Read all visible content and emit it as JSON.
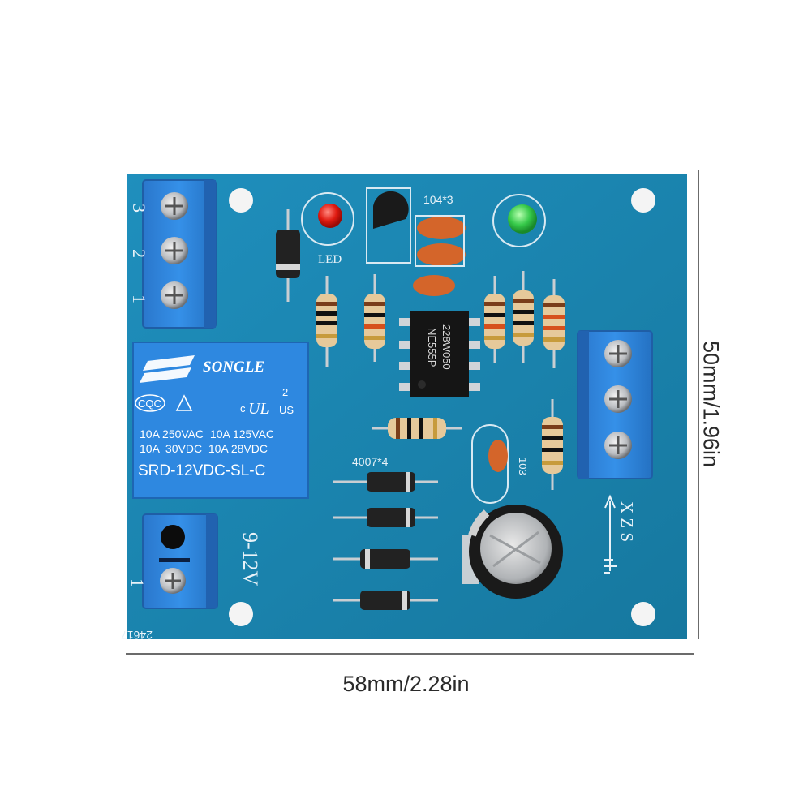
{
  "dimensions": {
    "width": "58mm/2.28in",
    "height": "50mm/1.96in"
  },
  "relay": {
    "brand": "SONGLE",
    "cert_left": "CQC",
    "cert_ul_top": "c",
    "cert_ul_num": "2",
    "cert_ul_us": "US",
    "rating_1": "10A 250VAC  10A 125VAC",
    "rating_2": "10A  30VDC  10A 28VDC",
    "model": "SRD-12VDC-SL-C"
  },
  "chip": {
    "line_1": "228W050",
    "line_2": "NE555P"
  },
  "silkscreen": {
    "led": "LED",
    "cap_label": "104*3",
    "diode_label": "4007*4",
    "cap_103": "103",
    "voltage": "9-12V",
    "board_id": "24617",
    "xzs": "X Z S",
    "pin_1": "1",
    "pin_2": "2",
    "pin_3": "3"
  },
  "colors": {
    "pcb": "#1b86b4",
    "pcb_dark": "#136f99",
    "terminal": "#2c7fd9",
    "relay": "#2d86df",
    "background": "#ffffff"
  }
}
